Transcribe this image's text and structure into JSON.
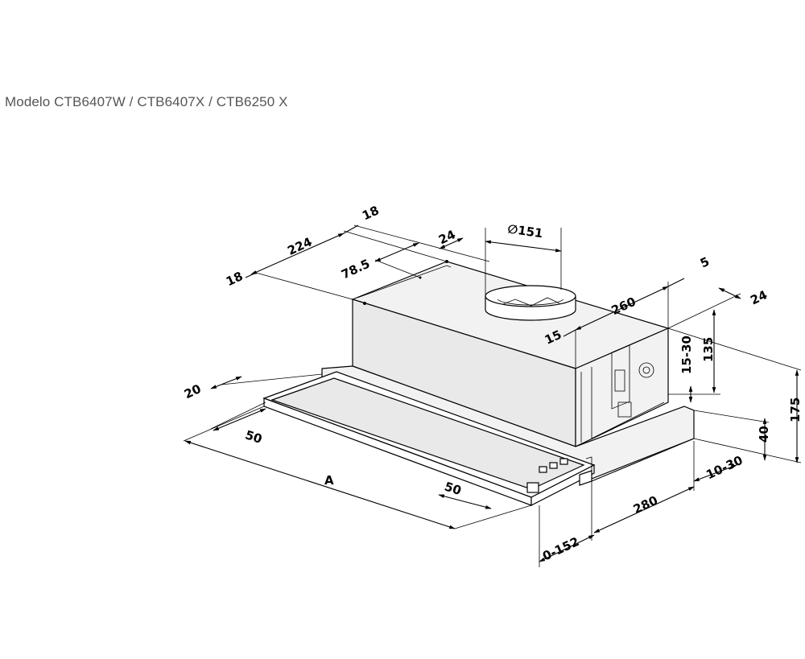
{
  "title": "Modelo CTB6407W / CTB6407X / CTB6250 X",
  "dimensions": {
    "d18_top": "18",
    "d224": "224",
    "d18_left": "18",
    "d24_top": "24",
    "d78_5": "78.5",
    "diameter": "∅151",
    "d5": "5",
    "d260": "260",
    "d24_right": "24",
    "d15": "15",
    "d135": "135",
    "d15_30": "15-30",
    "d175": "175",
    "d20": "20",
    "d50_left": "50",
    "dA": "A",
    "d50_front": "50",
    "d40": "40",
    "d10_30": "10-30",
    "d280": "280",
    "d0_152": "0-152"
  }
}
